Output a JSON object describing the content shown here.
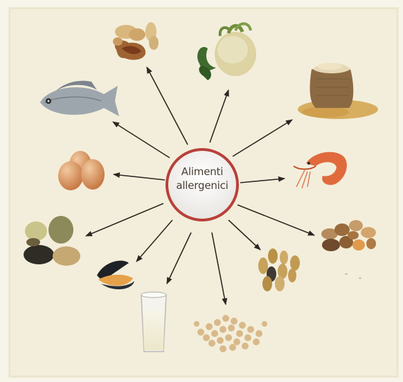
{
  "center": {
    "line1": "Alimenti",
    "line2": "allergenici"
  },
  "items": [
    {
      "id": "peanuts",
      "icon": "peanuts-icon"
    },
    {
      "id": "celery",
      "icon": "celery-icon"
    },
    {
      "id": "grain-sack",
      "icon": "grain-sack-icon"
    },
    {
      "id": "fish",
      "icon": "fish-icon"
    },
    {
      "id": "shrimp",
      "icon": "shrimp-icon"
    },
    {
      "id": "eggs",
      "icon": "eggs-icon"
    },
    {
      "id": "tree-nuts",
      "icon": "tree-nuts-icon"
    },
    {
      "id": "mustard-seeds",
      "icon": "mustard-seeds-icon"
    },
    {
      "id": "lupin-seeds",
      "icon": "lupin-seeds-icon"
    },
    {
      "id": "mussel",
      "icon": "mussel-icon"
    },
    {
      "id": "milk",
      "icon": "milk-glass-icon"
    },
    {
      "id": "soybeans",
      "icon": "soybeans-icon"
    },
    {
      "id": "sesame",
      "icon": "sesame-icon"
    }
  ],
  "colors": {
    "ring": "#b8403a",
    "arrow": "#2e2622",
    "background": "#f3eedb"
  }
}
